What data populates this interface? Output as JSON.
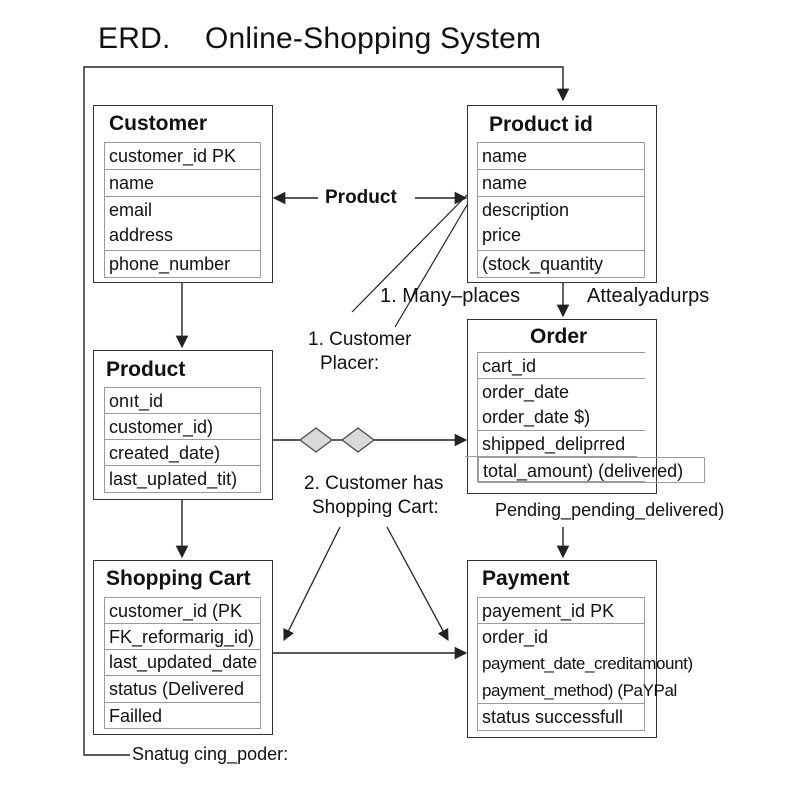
{
  "title": {
    "prefix": "ERD.",
    "name": "Online-Shopping System"
  },
  "entities": {
    "customer": {
      "title": "Customer",
      "attributes": [
        "customer_id PK",
        "name",
        "email",
        "address",
        "phone_number"
      ]
    },
    "product_id": {
      "title": "Product id",
      "attributes": [
        "name",
        "name",
        "description",
        "price",
        "(stock_quantity"
      ]
    },
    "product": {
      "title": "Product",
      "attributes": [
        "onıt_id",
        "customer_id)",
        "created_date)",
        "last_upIated_tit)"
      ]
    },
    "order": {
      "title": "Order",
      "attributes": [
        "cart_id",
        "order_date",
        "order_date $)",
        "shipped_delipɾred",
        "total_amount) (delivered)"
      ]
    },
    "shopping_cart": {
      "title": "Shopping Cart",
      "attributes": [
        "customer_id (PK",
        "FK_reformarig_id)",
        "last_updated_date",
        "status (Delivered",
        "Failled"
      ]
    },
    "payment": {
      "title": "Payment",
      "attributes": [
        "payement_id PK",
        "order_id",
        "payment_date_creditamount)",
        "payment_method) (PaYPal",
        "status successfull"
      ]
    }
  },
  "labels": {
    "product_relation": "Product",
    "many_places": "1. Many–places",
    "attealy": "Attealyadurps",
    "customer_placer_1": "1. Customer",
    "customer_placer_2": "Placer:",
    "customer_has_1": "2. Customer has",
    "customer_has_2": "Shopping Cart:",
    "pending": "Pending_pending_delivered)",
    "snatug": "Snatug cing_poder:"
  }
}
